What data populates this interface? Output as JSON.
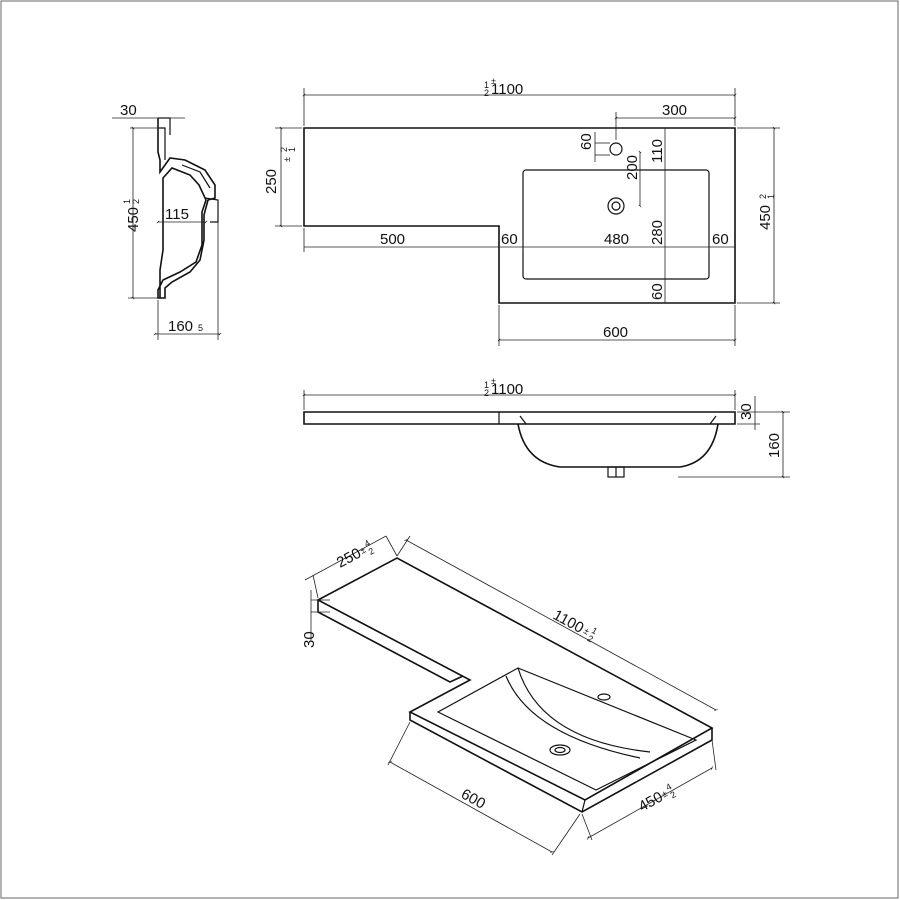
{
  "side_view": {
    "dim_top": "30",
    "dim_height": "450",
    "dim_height_tol_top": "1",
    "dim_height_tol_bottom": "2",
    "dim_inner": "115",
    "dim_depth": "160",
    "dim_depth_tol": "5"
  },
  "top_view": {
    "dim_length": "1100",
    "dim_length_tol_top": "1",
    "dim_length_tol_bottom": "2",
    "dim_tap_x": "300",
    "dim_tap_dia": "60",
    "dim_tap_to_bowl": "110",
    "dim_tap_to_drain": "200",
    "dim_bowl_depth": "280",
    "dim_bowl_margin_bottom": "60",
    "dim_left_depth": "250",
    "dim_left_depth_tol_top": "2",
    "dim_left_depth_tol_bottom": "1",
    "dim_right_depth": "450",
    "dim_right_depth_tol_top": "2",
    "dim_right_depth_tol_bottom": "1",
    "dim_shelf": "500",
    "dim_bowl_margin_left": "60",
    "dim_bowl_width": "480",
    "dim_bowl_margin_right": "60",
    "dim_basin_width": "600"
  },
  "front_view": {
    "dim_length": "1100",
    "dim_length_tol_top": "1",
    "dim_length_tol_bottom": "2",
    "dim_thickness": "30",
    "dim_height": "160"
  },
  "iso_view": {
    "dim_shelf_depth": "250",
    "dim_shelf_depth_tol_top": "4",
    "dim_shelf_depth_tol_bottom": "2",
    "dim_length": "1100",
    "dim_length_tol_top": "1",
    "dim_length_tol_bottom": "2",
    "dim_thickness": "30",
    "dim_basin_width": "600",
    "dim_depth": "450",
    "dim_depth_tol_top": "4",
    "dim_depth_tol_bottom": "2"
  }
}
